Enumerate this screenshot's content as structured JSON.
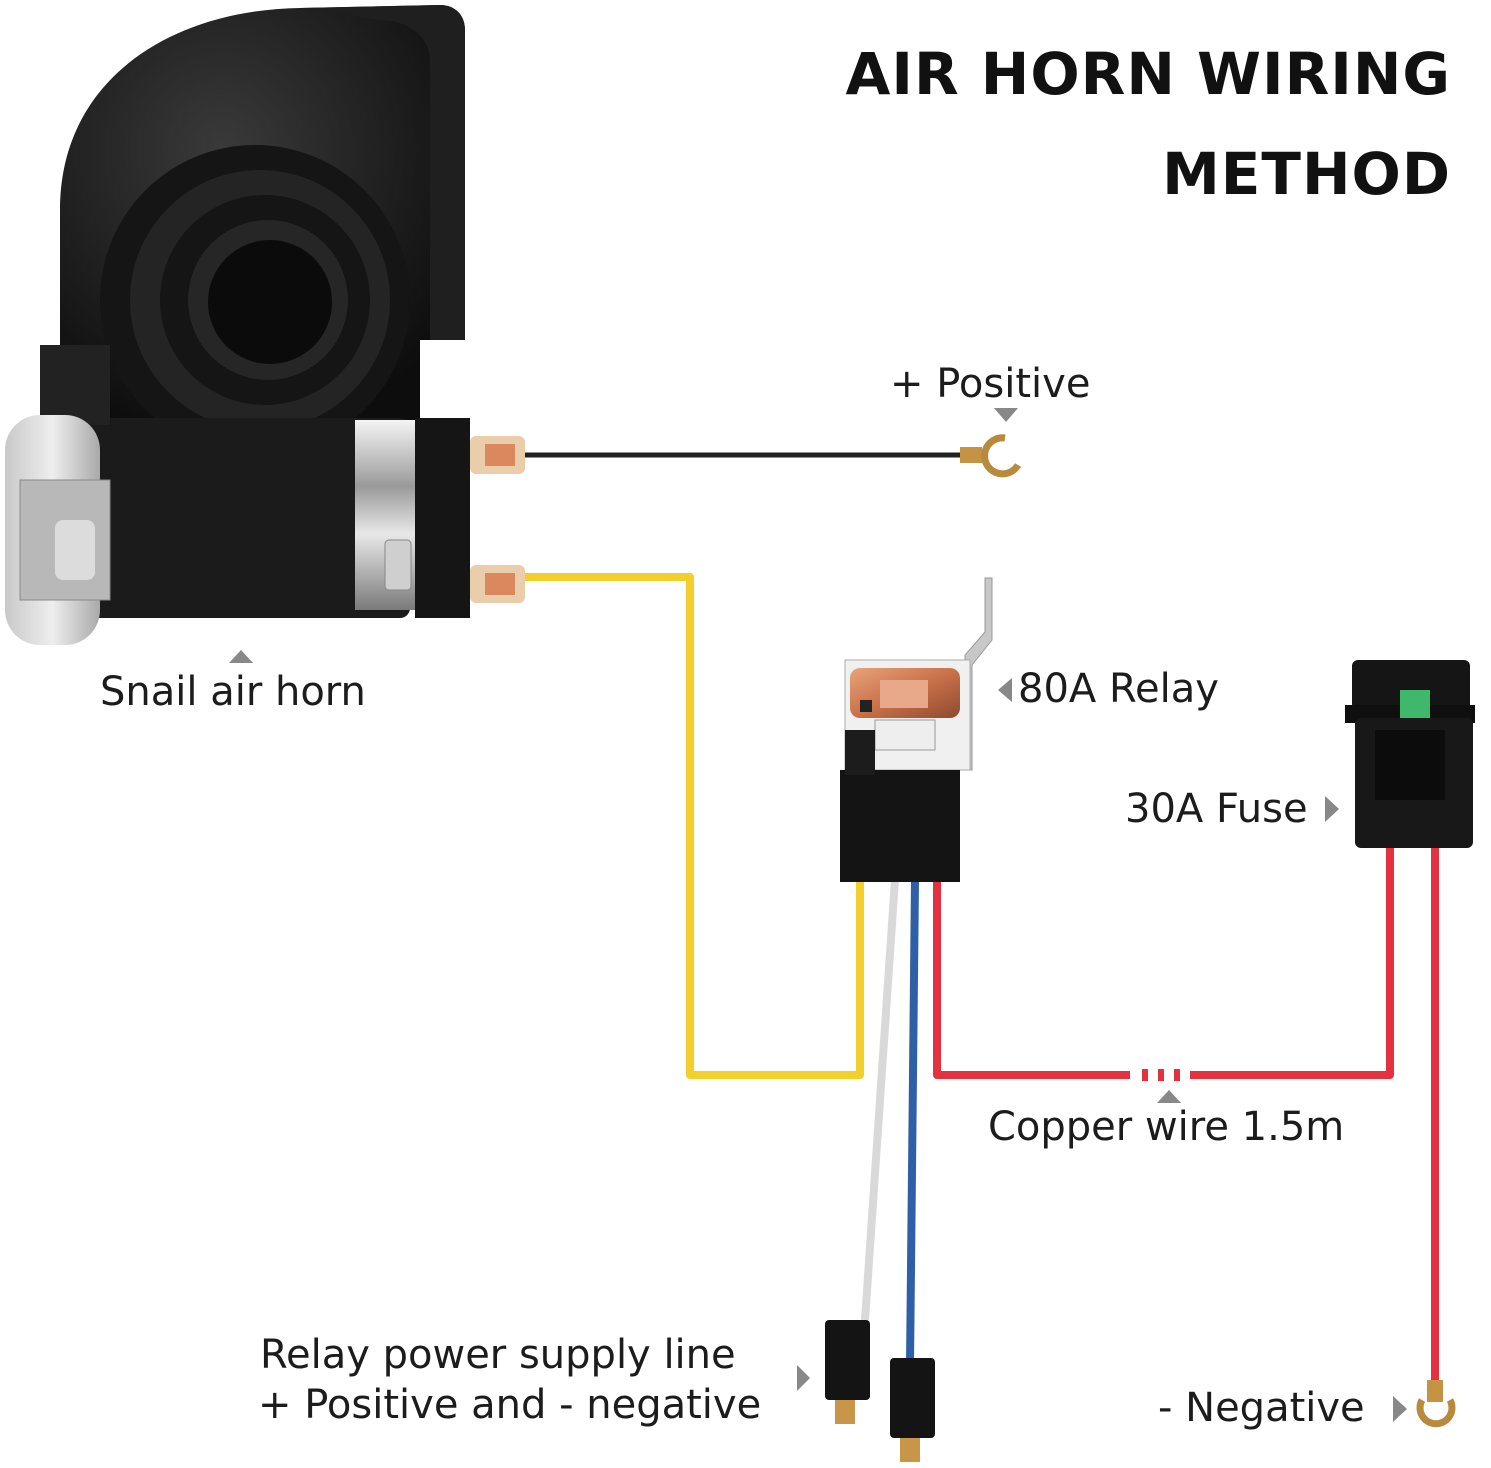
{
  "title": {
    "line1": "AIR HORN WIRING",
    "line2": "METHOD"
  },
  "labels": {
    "positive": "+ Positive",
    "snail_horn": "Snail air horn",
    "relay": "80A Relay",
    "fuse": "30A Fuse",
    "copper_wire": "Copper wire 1.5m",
    "relay_power_line1": "Relay power supply line",
    "relay_power_line2": "+ Positive and - negative",
    "negative": "- Negative"
  },
  "colors": {
    "yellow_wire": "#f2cf2a",
    "red_wire": "#e5303f",
    "blue_wire": "#2f5fa6",
    "white_wire": "#d9d9d9",
    "black_wire": "#222222",
    "marker": "#888888"
  }
}
